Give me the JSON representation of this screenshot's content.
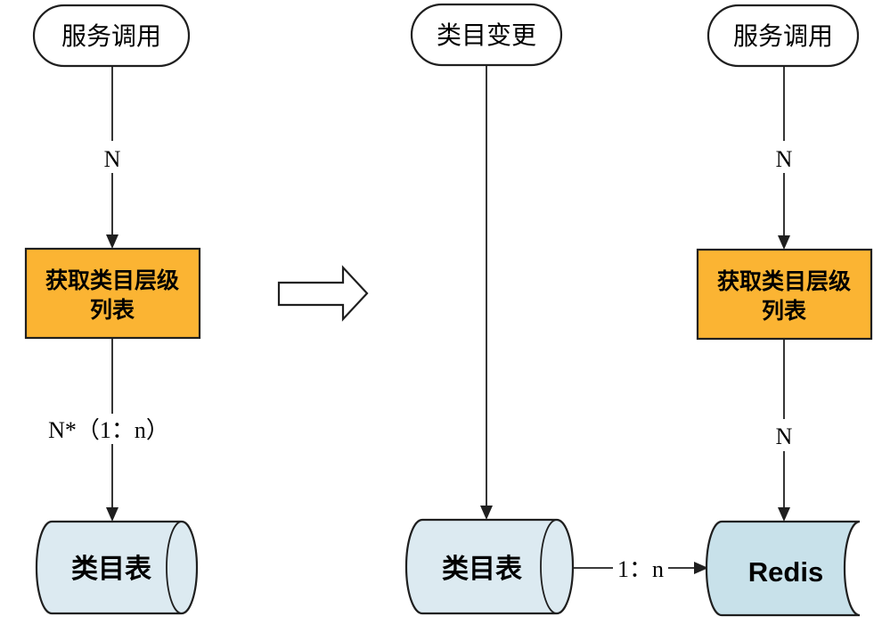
{
  "diagram": {
    "nodes": {
      "left_start": "服务调用",
      "left_process_line1": "获取类目层级",
      "left_process_line2": "列表",
      "left_store": "类目表",
      "mid_start": "类目变更",
      "mid_store": "类目表",
      "right_start": "服务调用",
      "right_process_line1": "获取类目层级",
      "right_process_line2": "列表",
      "right_store": "Redis"
    },
    "edges": {
      "left_n": "N",
      "left_n1n": "N*（1：n）",
      "mid_1n": "1：n",
      "right_n_top": "N",
      "right_n_bottom": "N"
    },
    "colors": {
      "process_fill": "#FBB433",
      "store_fill": "#DCEAF1",
      "redis_fill": "#C8E1EA",
      "terminator_fill": "#FFFFFF",
      "block_arrow_fill": "#FFFFFF",
      "stroke": "#1F1F1F"
    }
  }
}
